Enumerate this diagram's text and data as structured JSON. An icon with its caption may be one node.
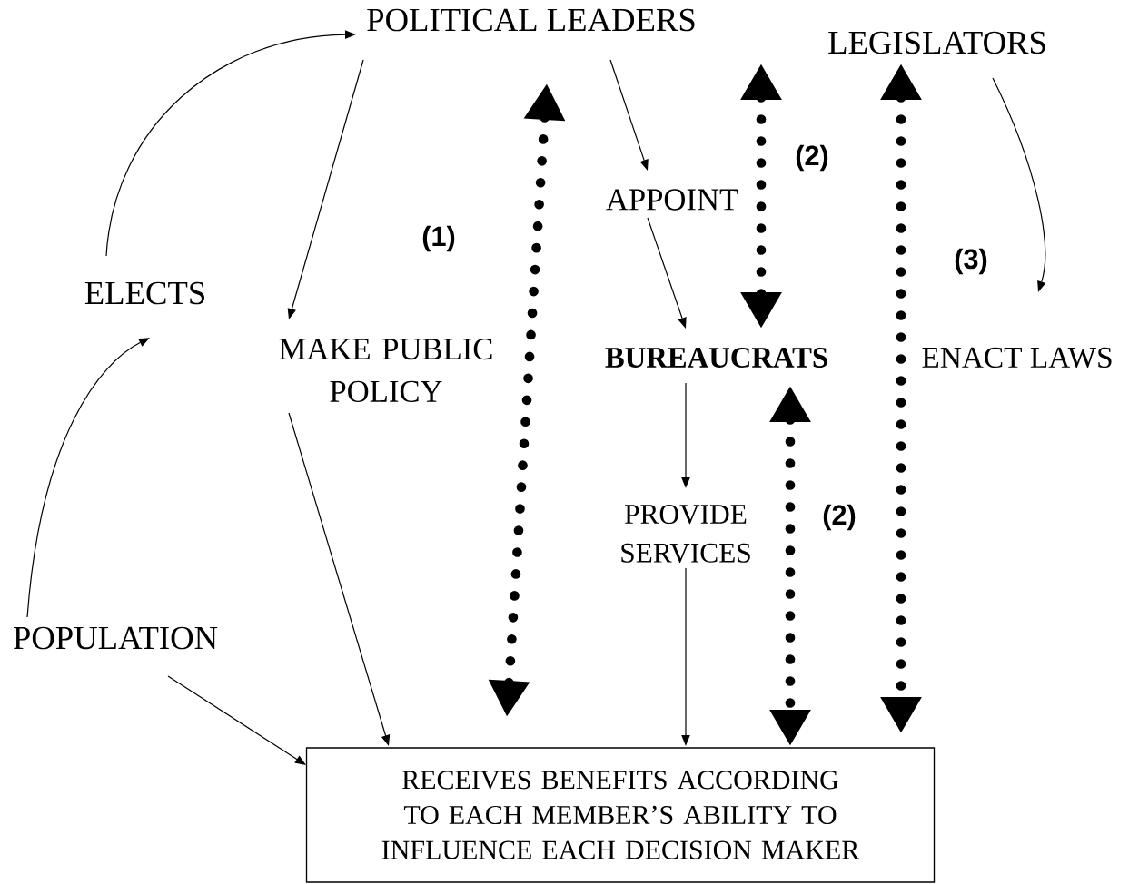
{
  "diagram": {
    "nodes": [
      {
        "text": [
          "POLITICAL LEADERS"
        ]
      },
      {
        "text": [
          "LEGISLATORS"
        ]
      },
      {
        "text": [
          "ELECTS"
        ]
      },
      {
        "text": [
          "MAKE PUBLIC POLICY"
        ]
      },
      {
        "text": [
          "APPOINT"
        ]
      },
      {
        "text": [
          "BUREAUCRATS"
        ]
      },
      {
        "text": [
          "ENACT LAWS"
        ]
      },
      {
        "text": [
          "PROVIDE SERVICES"
        ]
      },
      {
        "text": [
          "POPULATION"
        ]
      },
      {
        "text": [
          "RECEIVES BENEFITS ACCORDING TO EACH MEMBER’S ABILITY TO INFLUENCE EACH DECISION MAKER"
        ]
      }
    ],
    "edges": [
      {
        "from": 8,
        "to": 2,
        "arrow": "to"
      },
      {
        "from": 2,
        "to": 0,
        "arrow": "to"
      },
      {
        "from": 0,
        "to": 3,
        "arrow": "to"
      },
      {
        "from": 0,
        "to": 4,
        "arrow": "to"
      },
      {
        "from": 4,
        "to": 5,
        "arrow": "to"
      },
      {
        "from": 1,
        "to": 6,
        "arrow": "to"
      },
      {
        "from": 5,
        "to": 7,
        "arrow": "to"
      },
      {
        "from": 7,
        "to": 9,
        "arrow": "to"
      },
      {
        "from": 3,
        "to": 9,
        "arrow": "to"
      },
      {
        "from": 8,
        "to": 9,
        "arrow": "to"
      },
      {
        "from": 0,
        "to": 9,
        "arrow": "both",
        "style": "dashed",
        "label": "(1)"
      },
      {
        "from": null,
        "to": 5,
        "arrow": "both",
        "style": "dashed",
        "label": "(2)"
      },
      {
        "from": 5,
        "to": 9,
        "arrow": "both",
        "style": "dashed",
        "label": "(2)"
      },
      {
        "from": 1,
        "to": 9,
        "arrow": "both",
        "style": "dashed",
        "label": "(3)"
      }
    ]
  }
}
